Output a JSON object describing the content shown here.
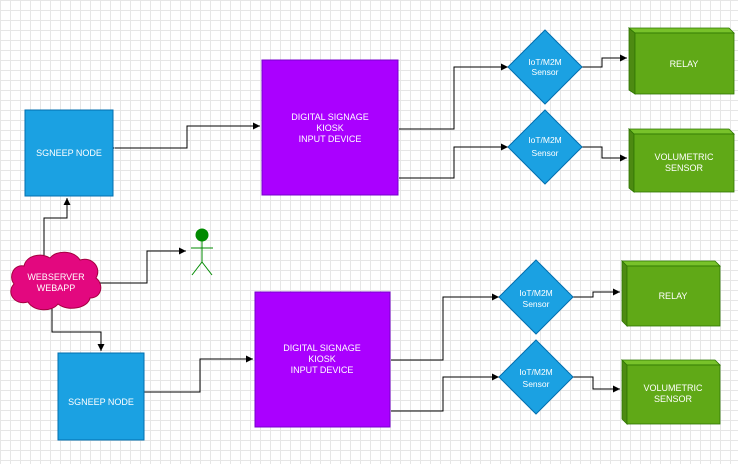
{
  "colors": {
    "node_fill": "#1ba1e2",
    "node_stroke": "#006eaf",
    "kiosk_fill": "#aa00ff",
    "kiosk_stroke": "#7700cc",
    "sensor_fill": "#1ba1e2",
    "device_front": "#60a917",
    "device_side": "#4d8a12",
    "device_top": "#78c22a",
    "cloud_fill": "#e3087f",
    "cloud_stroke": "#a50040",
    "actor_fill": "#008a00",
    "edge": "#000000",
    "label_text": "#ffffff"
  },
  "top_cluster": {
    "sgneep_node": "SGNEEP NODE",
    "kiosk": [
      "DIGITAL SIGNAGE",
      "KIOSK",
      "INPUT DEVICE"
    ],
    "sensor_1": [
      "IoT/M2M",
      "Sensor"
    ],
    "sensor_2": [
      "IoT/M2M",
      "Sensor"
    ],
    "device_1": [
      "RELAY"
    ],
    "device_2": [
      "VOLUMETRIC",
      "SENSOR"
    ]
  },
  "webserver": [
    "WEBSERVER",
    "WEBAPP"
  ],
  "user": {
    "icon": "stick-figure-actor"
  },
  "bottom_cluster": {
    "sgneep_node": "SGNEEP NODE",
    "kiosk": [
      "DIGITAL SIGNAGE",
      "KIOSK",
      "INPUT DEVICE"
    ],
    "sensor_1": [
      "IoT/M2M",
      "Sensor"
    ],
    "sensor_2": [
      "IoT/M2M",
      "Sensor"
    ],
    "device_1": [
      "RELAY"
    ],
    "device_2": [
      "VOLUMETRIC",
      "SENSOR"
    ]
  }
}
